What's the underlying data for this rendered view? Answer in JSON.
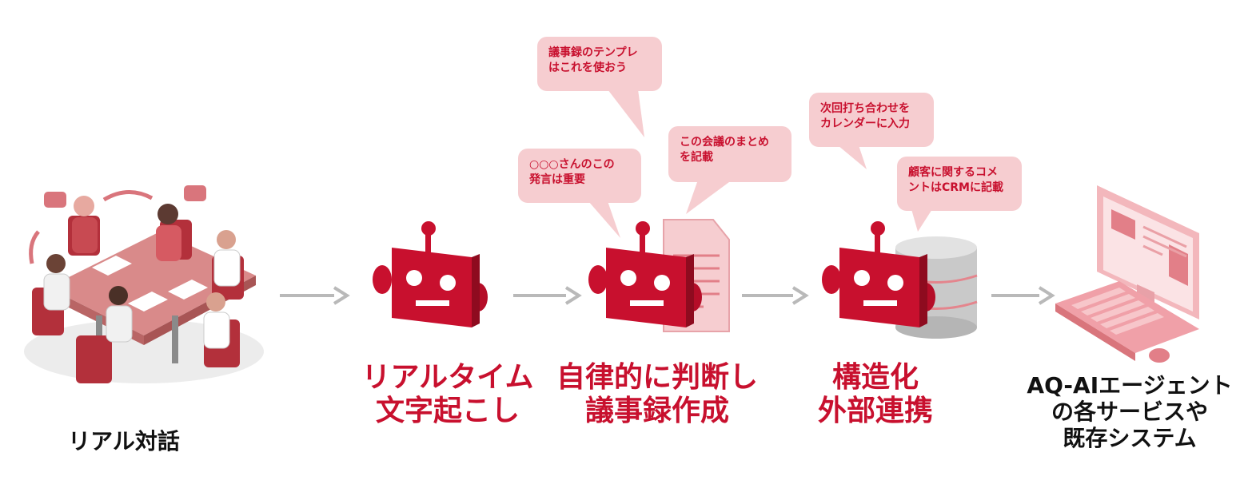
{
  "colors": {
    "brand_red": "#c8102e",
    "light_red": "#f6cdd0",
    "arrow_gray": "#b9b9b9"
  },
  "steps": [
    {
      "id": "real-conversation",
      "label": "リアル対話",
      "icon": "meeting-table-icon"
    },
    {
      "id": "transcription",
      "label": "リアルタイム\n文字起こし",
      "icon": "robot-icon"
    },
    {
      "id": "minutes",
      "label": "自律的に判断し\n議事録作成",
      "icon": "robot-document-icon"
    },
    {
      "id": "integration",
      "label": "構造化\n外部連携",
      "icon": "robot-database-icon"
    },
    {
      "id": "systems",
      "label": "AQ-AIエージェント\nの各サービスや\n既存システム",
      "icon": "computer-icon"
    }
  ],
  "bubbles": [
    {
      "id": "template",
      "text": "議事録のテンプレ\nはこれを使おう"
    },
    {
      "id": "important",
      "text": "○○○さんのこの\n発言は重要"
    },
    {
      "id": "summary",
      "text": "この会議のまとめ\nを記載"
    },
    {
      "id": "calendar",
      "text": "次回打ち合わせを\nカレンダーに入力"
    },
    {
      "id": "crm",
      "text": "顧客に関するコメ\nントはCRMに記載"
    }
  ]
}
